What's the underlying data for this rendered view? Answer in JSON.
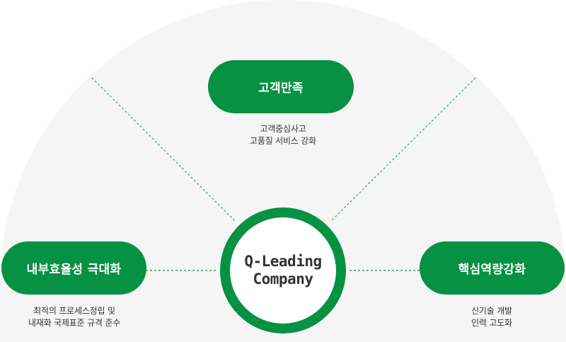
{
  "center": {
    "line1": "Q-Leading",
    "line2": "Company"
  },
  "top": {
    "label": "고객만족",
    "desc": [
      "고객중심사고",
      "고품질 서비스 강화"
    ]
  },
  "left": {
    "label": "내부효율성 극대화",
    "desc": [
      "최적의 프로세스정립 및",
      "내재화 국제표준 규격 준수"
    ]
  },
  "right": {
    "label": "핵심역량강화",
    "desc": [
      "신기술 개발",
      "인력 고도화"
    ]
  },
  "colors": {
    "accent": "#079143",
    "background_arc": "#f5f5f5",
    "text": "#333333"
  }
}
